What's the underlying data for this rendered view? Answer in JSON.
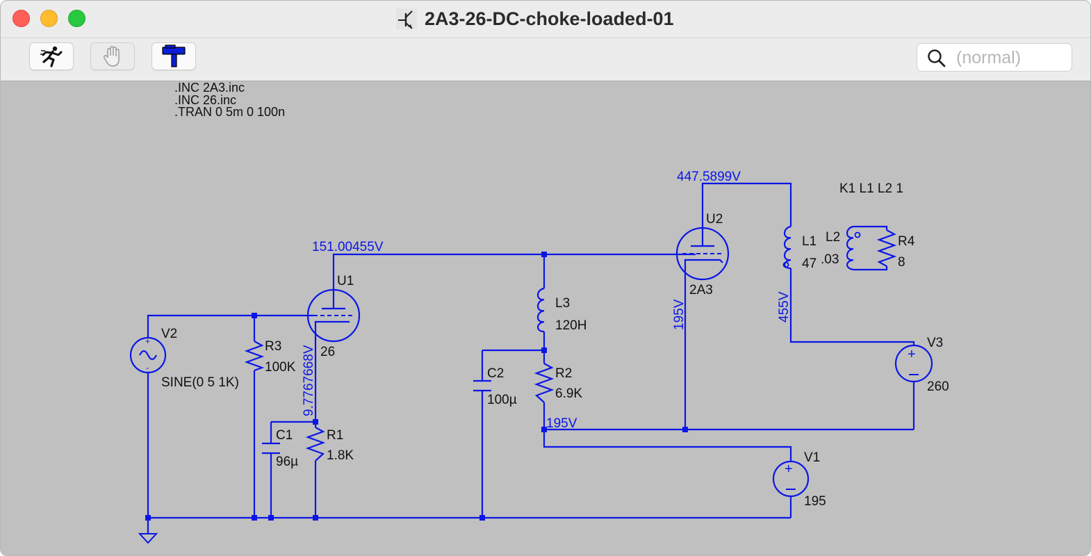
{
  "window": {
    "title": "2A3-26-DC-choke-loaded-01"
  },
  "toolbar": {
    "run_icon": "running-man-icon",
    "halt_icon": "hand-icon",
    "probe_icon": "hammer-icon",
    "search_placeholder": "(normal)"
  },
  "directives": [
    ".INC 2A3.inc",
    ".INC 26.inc",
    ".TRAN 0 5m 0 100n"
  ],
  "coupling": "K1 L1 L2 1",
  "node_voltages": {
    "u2_plate": "447.5899V",
    "u1_plate": "151.00455V",
    "u1_cathode": "9.7767668V",
    "u2_cathode": "195V",
    "l1_supply": "455V",
    "b_node": "195V"
  },
  "components": {
    "V2": {
      "name": "V2",
      "value": "SINE(0 5 1K)"
    },
    "R3": {
      "name": "R3",
      "value": "100K"
    },
    "U1": {
      "name": "U1",
      "model": "26"
    },
    "C1": {
      "name": "C1",
      "value": "96µ"
    },
    "R1": {
      "name": "R1",
      "value": "1.8K"
    },
    "L3": {
      "name": "L3",
      "value": "120H"
    },
    "C2": {
      "name": "C2",
      "value": "100µ"
    },
    "R2": {
      "name": "R2",
      "value": "6.9K"
    },
    "U2": {
      "name": "U2",
      "model": "2A3"
    },
    "L1": {
      "name": "L1",
      "value": "47"
    },
    "L2": {
      "name": "L2",
      "value": ".03"
    },
    "R4": {
      "name": "R4",
      "value": "8"
    },
    "V3": {
      "name": "V3",
      "value": "260"
    },
    "V1": {
      "name": "V1",
      "value": "195"
    }
  },
  "colors": {
    "wire": "#0b16e6",
    "label": "#111111",
    "canvas": "#c0c0c0"
  }
}
